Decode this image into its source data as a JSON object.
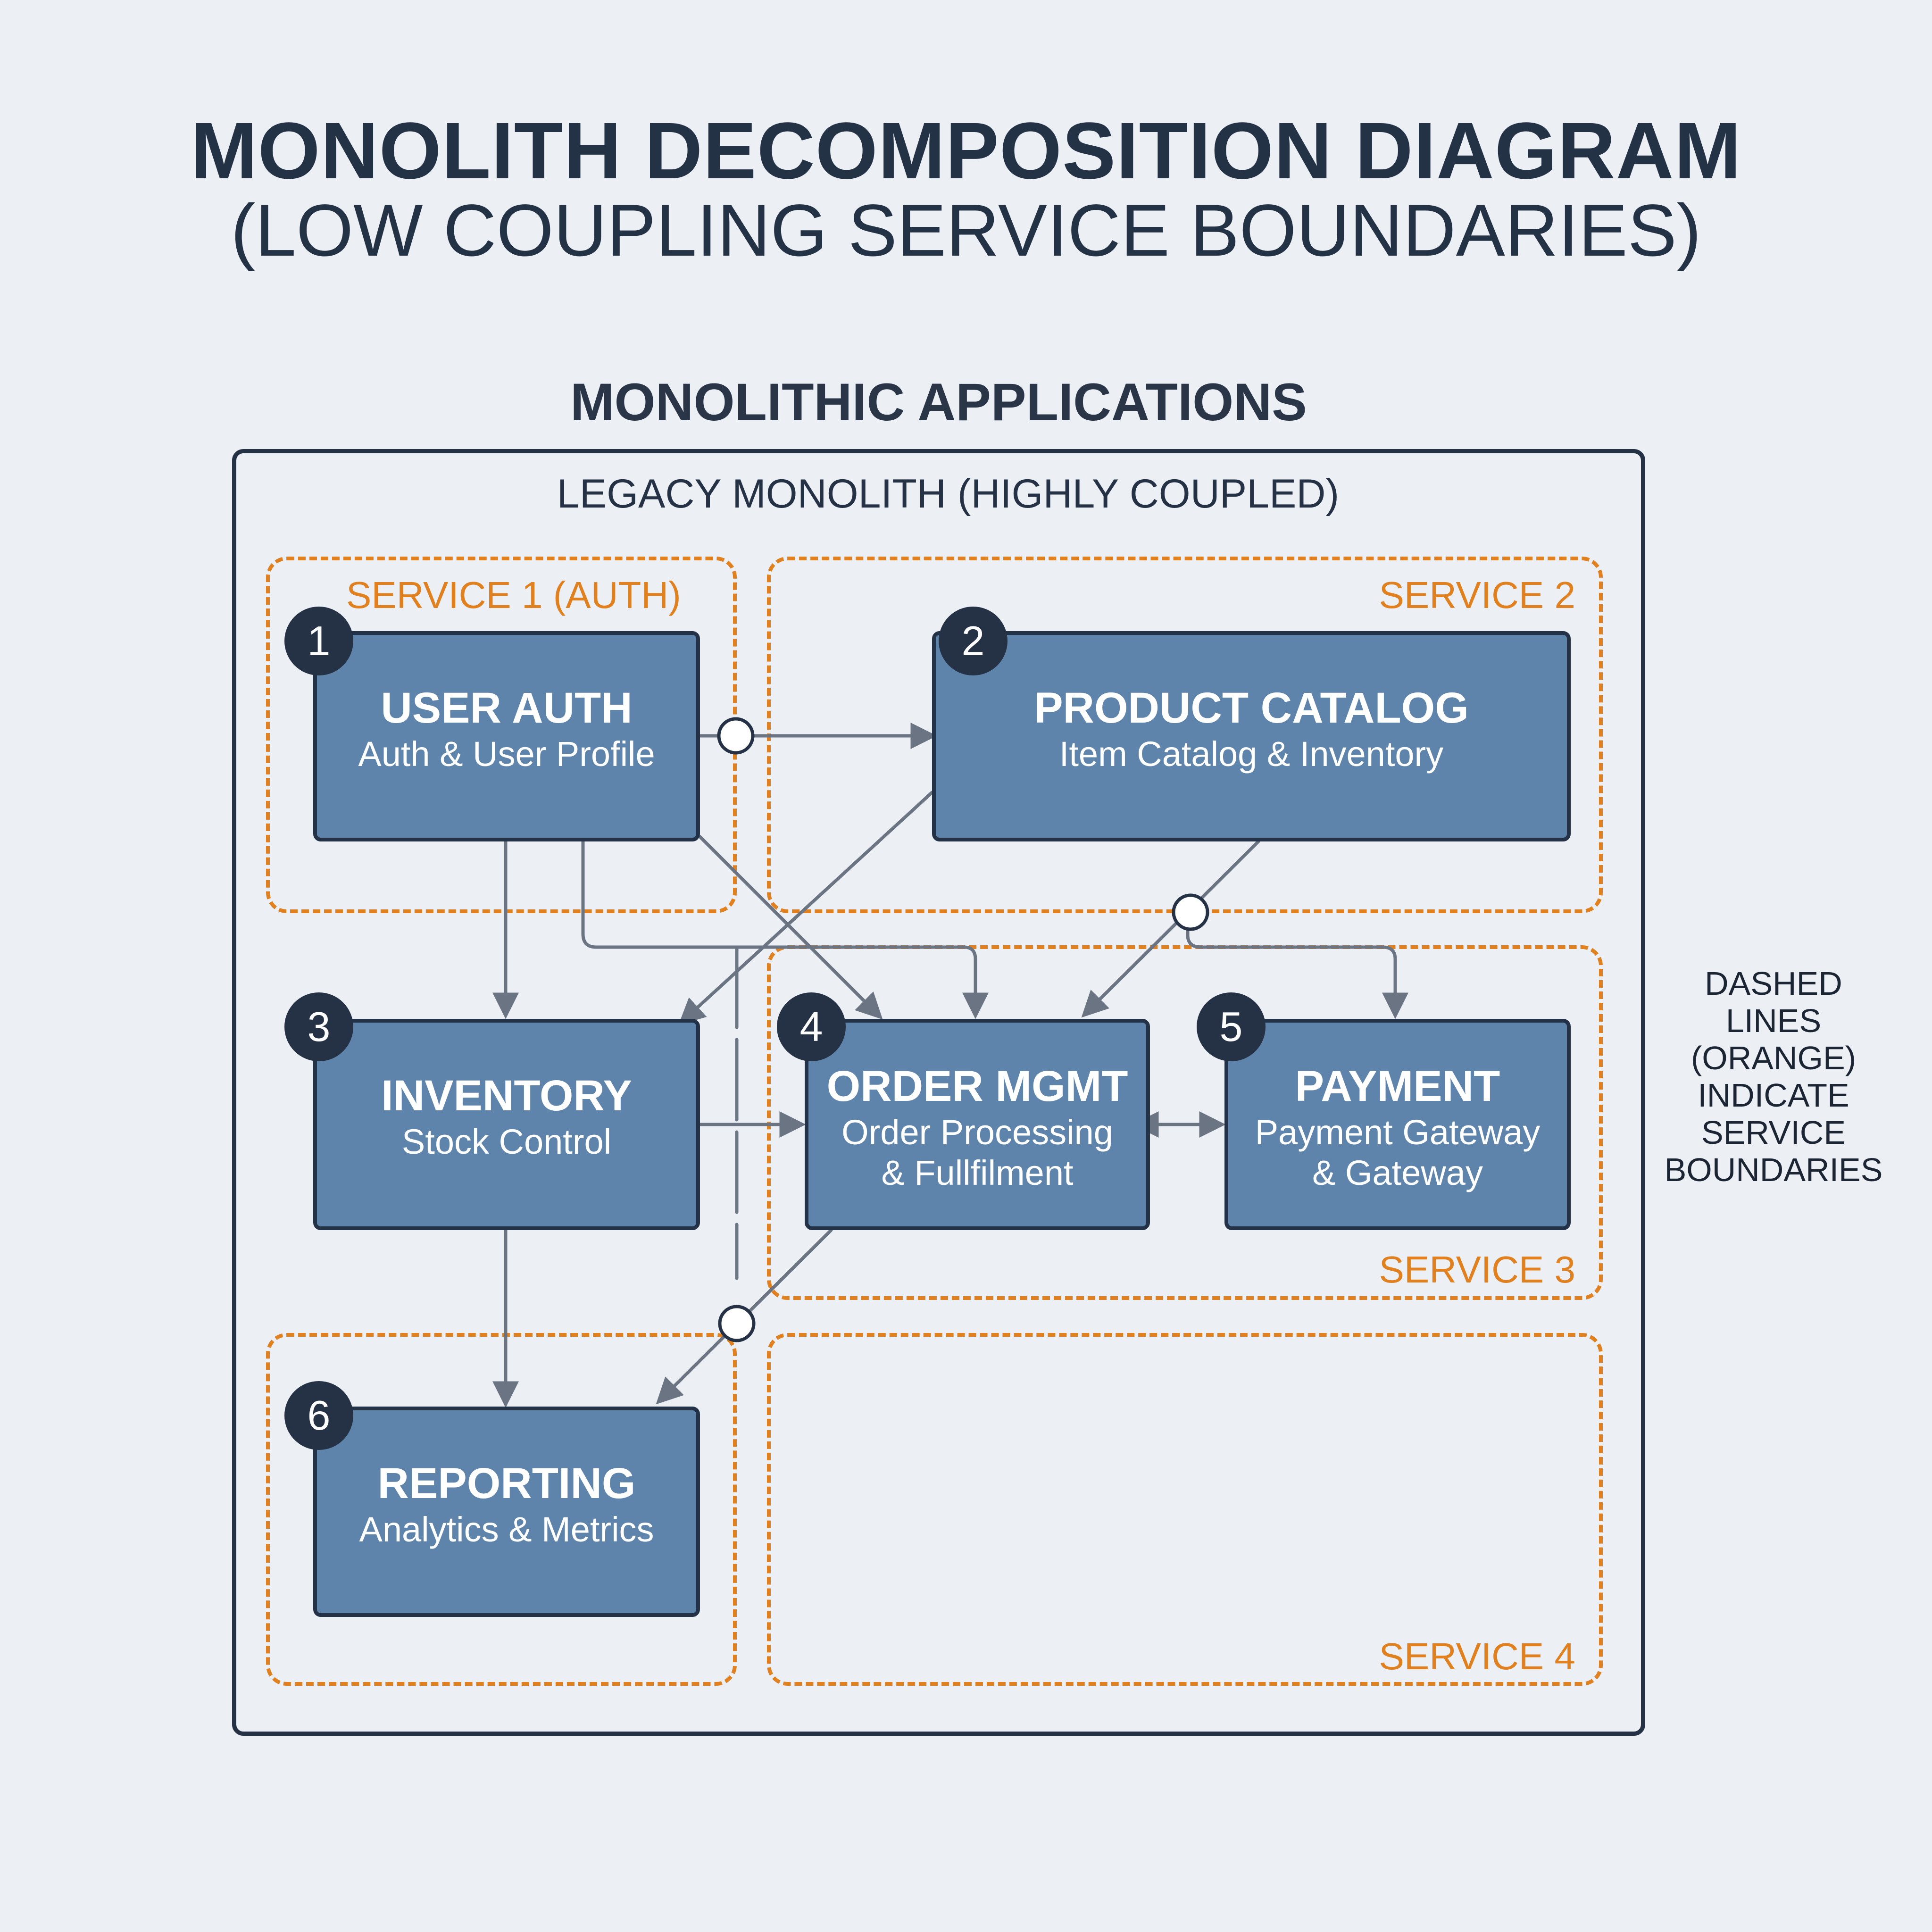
{
  "title": {
    "line1": "MONOLITH DECOMPOSITION DIAGRAM",
    "line2": "(LOW COUPLING SERVICE BOUNDARIES)"
  },
  "section_title": "MONOLITHIC APPLICATIONS",
  "monolith": {
    "label": "LEGACY MONOLITH (HIGHLY COUPLED)"
  },
  "services": [
    {
      "label": "SERVICE 1 (AUTH)"
    },
    {
      "label": "SERVICE 2"
    },
    {
      "label": "SERVICE 3"
    },
    {
      "label": "SERVICE 4"
    }
  ],
  "modules": [
    {
      "number": "1",
      "title": "USER AUTH",
      "subtitle": "Auth & User Profile"
    },
    {
      "number": "2",
      "title": "PRODUCT CATALOG",
      "subtitle": "Item Catalog & Inventory"
    },
    {
      "number": "3",
      "title": "INVENTORY",
      "subtitle": "Stock Control"
    },
    {
      "number": "4",
      "title": "ORDER MGMT",
      "subtitle_line1": "Order Processing",
      "subtitle_line2": "& Fullfilment"
    },
    {
      "number": "5",
      "title": "PAYMENT",
      "subtitle_line1": "Payment Gateway",
      "subtitle_line2": "& Gateway"
    },
    {
      "number": "6",
      "title": "REPORTING",
      "subtitle": "Analytics & Metrics"
    }
  ],
  "side_note": [
    "DASHED",
    "LINES",
    "(ORANGE)",
    "INDICATE",
    "SERVICE",
    "BOUNDARIES"
  ],
  "colors": {
    "background": "#eceff4",
    "module_fill": "#5e84ab",
    "module_border": "#233246",
    "service_boundary": "#e0801f",
    "connector": "#6b7482",
    "text_dark": "#243246"
  }
}
